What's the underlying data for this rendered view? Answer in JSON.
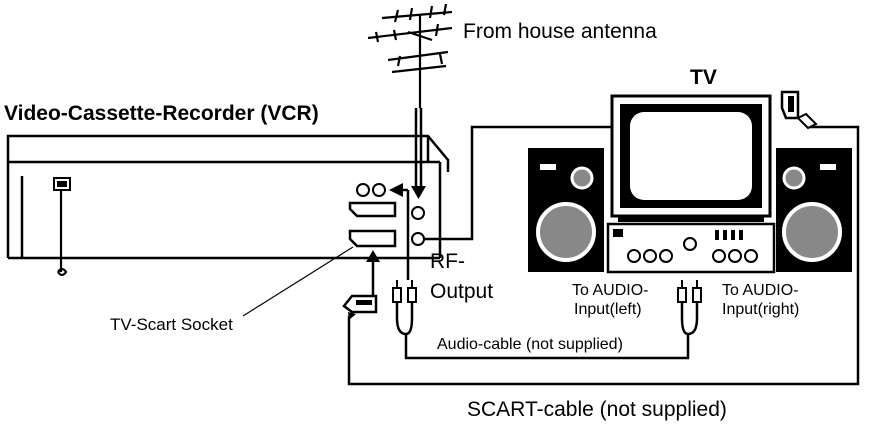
{
  "labels": {
    "antenna": "From house antenna",
    "tv": "TV",
    "vcr": "Video-Cassette-Recorder (VCR)",
    "rf_line1": "RF-",
    "rf_line2": "Output",
    "tv_scart_socket": "TV-Scart Socket",
    "audio_left_line1": "To AUDIO-",
    "audio_left_line2": "Input(left)",
    "audio_right_line1": "To AUDIO-",
    "audio_right_line2": "Input(right)",
    "audio_cable": "Audio-cable (not supplied)",
    "scart_cable": "SCART-cable (not supplied)"
  }
}
